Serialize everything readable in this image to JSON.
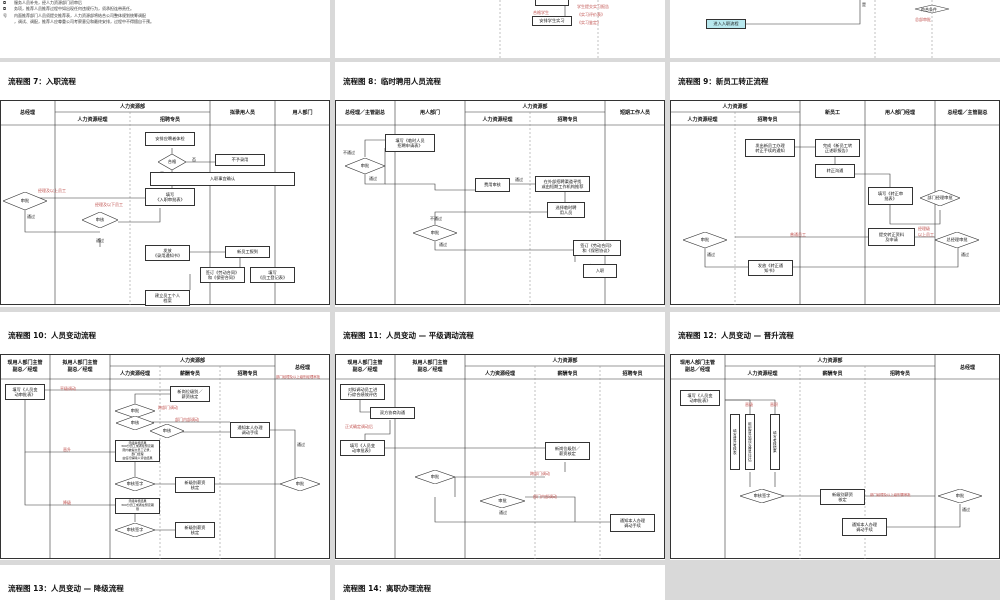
{
  "top_panels": {
    "left_lines": [
      "服务人员补充，经人力资源部门初审后",
      "务项，推荐人员推荐过程中如出现任何违规行为，须承担连带责任。",
      "内面推荐部门人员须提交推荐表，人力资源部将结合公司整体规划统筹调配",
      "，调试、调配，推荐人应尊重公司考察意见和最终安排，过程中不得擅自干预。"
    ],
    "left_bullets": [
      "◘",
      "◘",
      "号"
    ],
    "mid_labels": [
      "合格学生",
      "安排学生实习"
    ],
    "mid_notes": [
      "学生提交实习报告",
      "《实习评价表》",
      "《实习鉴定》"
    ],
    "right_label": "是",
    "right_box": "进入入职流程",
    "right_diamond": "符合条件",
    "right_note": "总部审批"
  },
  "panel7": {
    "title": "流程图 7：入职流程",
    "h_gm": "总经理",
    "h_hr": "人力资源部",
    "h_hrm": "人力资源经理",
    "h_rec": "招聘专员",
    "h_cand": "拟录用人员",
    "h_dept": "用人部门",
    "b_exam": "安排应聘者体检",
    "d_pass": "合格",
    "no": "否",
    "yes": "是",
    "b_reject": "不予录用",
    "b_confirm": "入职事宜确认",
    "b_form": "填写\n《入职审批表》",
    "d_approve": "审批",
    "pass": "通过",
    "d_audit": "审核",
    "pass2": "通过",
    "b_notice": "发放\n《录用通知书》",
    "b_report": "新员工报到",
    "b_contract": "签订《劳动合同》\n和《保密合同》",
    "b_register": "填写\n《员工登记表》",
    "b_file": "建立员工个人\n档案",
    "red1": "经理及以上员工",
    "red2": "经理及以下员工"
  },
  "panel8": {
    "title": "流程图 8：临时聘用人员流程",
    "h_gm": "总经理／主管副总",
    "h_dept": "用人部门",
    "h_hr": "人力资源部",
    "h_hrm": "人力资源经理",
    "h_rec": "招聘专员",
    "h_temp": "短期工作人员",
    "d_approve": "审批",
    "fail": "不通过",
    "pass": "通过",
    "b_apply": "填写《临时人员\n招聘申请表》",
    "b_review": "费用审核",
    "pass2": "通过",
    "b_source": "在外部招聘渠道寻找\n或由短期工作机构推荐",
    "b_select": "选择临时聘\n用人员",
    "fail2": "不通过",
    "d_approve2": "审批",
    "pass3": "通过",
    "b_sign": "签订《劳动合同》\n和《保密协议》",
    "b_entry": "入职"
  },
  "panel9": {
    "title": "流程图 9：新员工转正流程",
    "h_hr": "人力资源部",
    "h_hrm": "人力资源经理",
    "h_rec": "招聘专员",
    "h_new": "新员工",
    "h_dept": "用人部门经理",
    "h_gm": "总经理／主管副总",
    "b_notify": "发出新员工办理\n转正手续的通知",
    "b_fill": "完成《新员工转\n正述职报告》",
    "b_talk": "转正沟通",
    "b_eval": "填写《转正审\n批表》",
    "d_agree": "部门经理审批",
    "b_submit": "提交转正资料\n及申请",
    "d_approve": "审批",
    "d_final": "总经理审批",
    "pass": "通过",
    "pass2": "通过",
    "b_issue": "发放《转正通\n知书》",
    "red1": "普通员工",
    "red2": "经理级\n以上员工"
  },
  "panel10": {
    "title": "流程图 10：人员变动流程",
    "h_now": "现用人部门主管\n副总／经理",
    "h_plan": "拟用人部门主管\n副总／经理",
    "h_hr": "人力资源部",
    "h_hrm": "人力资源经理",
    "h_rec": "招聘专员",
    "h_pay": "薪酬专员",
    "h_gm": "总经理",
    "b_fill": "填写《人员变\n动审批表》",
    "red1": "平级调动",
    "red2": "晋升",
    "red3": "降级",
    "red_a": "跨部门调动",
    "red_b": "部门内部调动",
    "red_gm": "部门经理及以上级别经理审批",
    "d_approve": "审批",
    "d_approve2": "审核",
    "d_approve3": "审核",
    "b_newpos": "新岗位级别／\n薪资核定",
    "b_notice": "通知本人办理\n调动手续",
    "b_upgrade": "须组考核结果\n300分员工或者在预定期\n限内被提交员工记录，\n部门经理\n由任行解除人评估结果",
    "d_check": "审核签字",
    "b_newpay": "新级别薪资\n核定",
    "d_gm": "审批",
    "b_down": "须组考核结果\n300分员工或者在预定期\n限",
    "d_check2": "审核签字",
    "b_newpay2": "新级别薪资\n核定",
    "pass": "通过"
  },
  "panel11": {
    "title": "流程图 11：人员变动 — 平级调动流程",
    "h_now": "现用人部门主管\n副总／经理",
    "h_plan": "拟用人部门主管\n副总／经理",
    "h_hr": "人力资源部",
    "h_hrm": "人力资源经理",
    "h_pay": "薪酬专员",
    "h_rec": "招聘专员",
    "b_eval": "对拟调动员工进\n行综合绩效评估",
    "b_talk": "双方协商沟通",
    "red1": "正式确定调动后",
    "b_fill": "填写《人员变\n动审批表》",
    "b_newpos": "新岗位级别／\n薪资核定",
    "d_approve": "审批",
    "red2": "跨部门调动",
    "d_approve2": "审批",
    "red3": "部门内部调动",
    "pass": "通过",
    "b_notice": "通知本人办理\n调动手续"
  },
  "panel12": {
    "title": "流程图 12：人员变动 — 晋升流程",
    "h_now": "现用人部门主管\n副总／经理",
    "h_hr": "人力资源部",
    "h_hrm": "人力资源经理",
    "h_pay": "薪酬专员",
    "h_rec": "招聘专员",
    "h_gm": "总经理",
    "b_fill": "填写《人员变\n动审批表》",
    "red1": "晋级",
    "red2": "晋职",
    "b_v1": "填写晋升考核表",
    "b_v2": "组织晋升面谈及晋升评估",
    "b_v3": "填写考核结果",
    "d_check": "审核签字",
    "b_newpay": "新级别薪资\n核定",
    "red_gm": "部门经理及以上级别需审批",
    "d_approve": "审批",
    "pass": "通过",
    "b_notice": "通知本人办理\n调动手续"
  },
  "panel13": {
    "title": "流程图 13：人员变动 — 降级流程"
  },
  "panel14": {
    "title": "流程图 14：离职办理流程"
  }
}
